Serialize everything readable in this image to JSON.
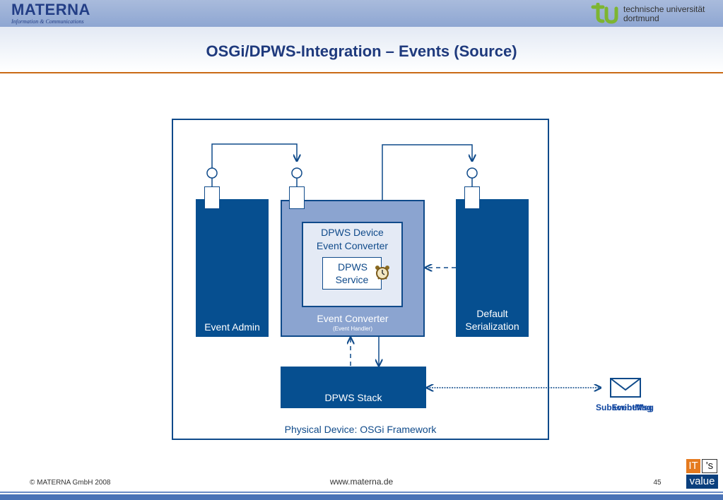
{
  "header": {
    "company_name": "MATERNA",
    "company_tagline": "Information & Communications",
    "university_line1": "technische universität",
    "university_line2": "dortmund"
  },
  "slide": {
    "title": "OSGi/DPWS-Integration – Events (Source)"
  },
  "diagram": {
    "framework_label": "Physical Device: OSGi Framework",
    "event_admin": "Event Admin",
    "default_serialization_line1": "Default",
    "default_serialization_line2": "Serialization",
    "event_converter": "Event Converter",
    "event_converter_sub": "(Event Handler)",
    "device_converter_line1": "DPWS Device",
    "device_converter_line2": "Event Converter",
    "dpws_service_line1": "DPWS",
    "dpws_service_line2": "Service",
    "dpws_stack": "DPWS Stack",
    "message_label_a": "SubscribeMsg",
    "message_label_b": "EventMsg",
    "icons": [
      "clock-icon",
      "envelope-icon"
    ]
  },
  "footer": {
    "copyright": "© MATERNA GmbH 2008",
    "website": "www.materna.de",
    "page_number": "45",
    "logo_it": "IT",
    "logo_s": "'s",
    "logo_value": "value"
  },
  "colors": {
    "primary_blue": "#064f90",
    "light_blue": "#8ba4d0",
    "accent_orange": "#c96a16"
  }
}
